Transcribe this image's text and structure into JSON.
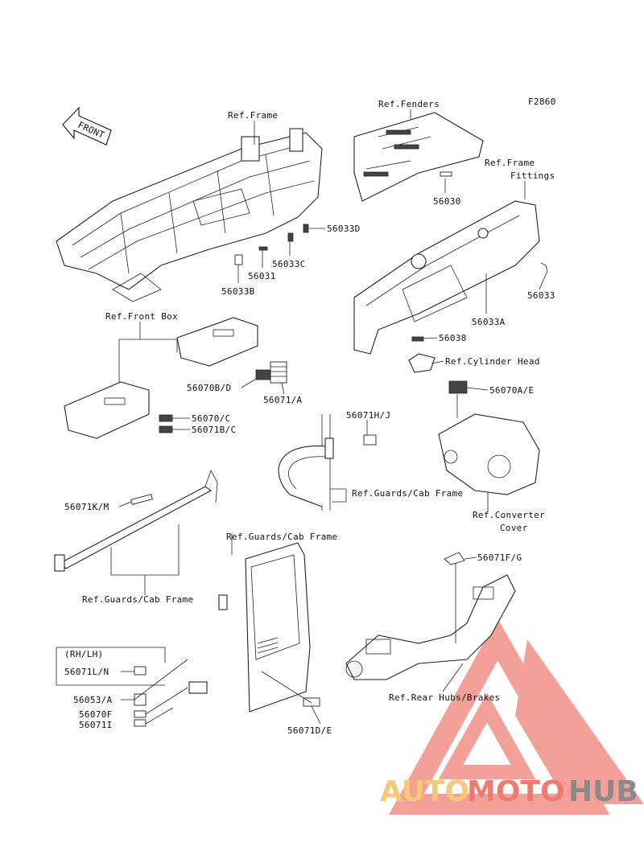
{
  "diagram": {
    "code": "F2860",
    "front_label": "FRONT",
    "labels": {
      "ref_frame": "Ref.Frame",
      "ref_fenders": "Ref.Fenders",
      "ref_frame_fittings_1": "Ref.Frame",
      "ref_frame_fittings_2": "Fittings",
      "p56030": "56030",
      "p56033d": "56033D",
      "p56033c": "56033C",
      "p56031": "56031",
      "p56033b": "56033B",
      "p56033": "56033",
      "p56033a": "56033A",
      "p56038": "56038",
      "ref_cylinder_head": "Ref.Cylinder Head",
      "ref_front_box": "Ref.Front Box",
      "p56070bd": "56070B/D",
      "p56071a": "56071/A",
      "p56070ae": "56070A/E",
      "p56070c": "56070/C",
      "p56071bc": "56071B/C",
      "p56071hj": "56071H/J",
      "ref_guards_cab_1": "Ref.Guards/Cab Frame",
      "ref_converter_1": "Ref.Converter",
      "ref_converter_2": "Cover",
      "p56071km": "56071K/M",
      "ref_guards_cab_2": "Ref.Guards/Cab Frame",
      "ref_guards_cab_3": "Ref.Guards/Cab Frame",
      "p56071fg": "56071F/G",
      "rh_lh": "(RH/LH)",
      "p56071ln": "56071L/N",
      "p56053a": "56053/A",
      "p56070f": "56070F",
      "p56071i": "56071I",
      "ref_rear_hubs": "Ref.Rear Hubs/Brakes",
      "p56071de": "56071D/E"
    }
  },
  "watermark": {
    "brand_auto": "AUTO",
    "brand_moto": "MOTO",
    "brand_hub": "HUB",
    "color_auto": "#f5c87a",
    "color_moto": "#f07a70",
    "color_hub": "#8a8a8a",
    "color_logo": "#f29088"
  }
}
